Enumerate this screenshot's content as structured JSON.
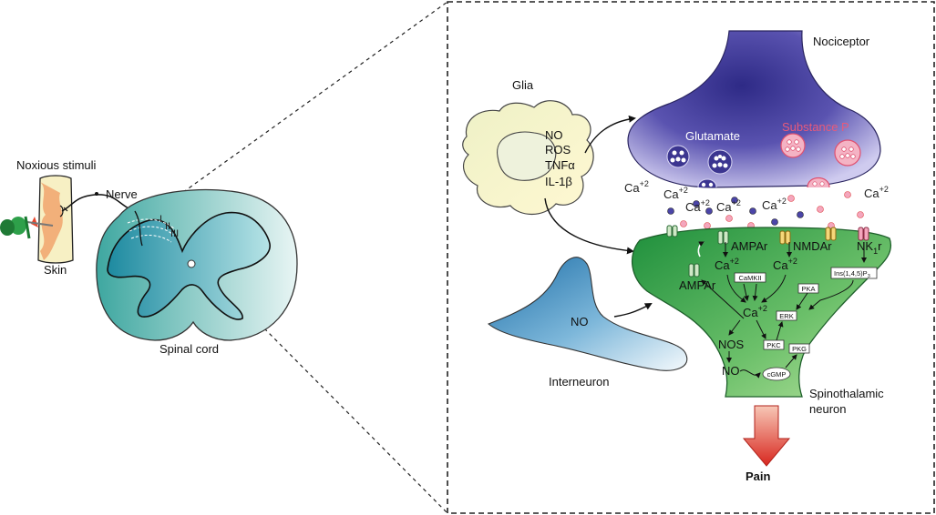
{
  "labels": {
    "noxious_stimuli": "Noxious stimuli",
    "nerve": "Nerve",
    "skin": "Skin",
    "spinal_cord": "Spinal cord",
    "lamina_i": "I",
    "lamina_ii": "II",
    "lamina_iii": "III",
    "glia": "Glia",
    "nociceptor": "Nociceptor",
    "glutamate": "Glutamate",
    "substance_p": "Substance P",
    "interneuron": "Interneuron",
    "spinothalamic_1": "Spinothalamic",
    "spinothalamic_2": "neuron",
    "pain": "Pain"
  },
  "glia_mediators": [
    "NO",
    "ROS",
    "TNFα",
    "IL-1β"
  ],
  "calcium": {
    "base": "Ca",
    "charge": "+2"
  },
  "interneuron_no": "NO",
  "receptors": {
    "ampar": "AMPAr",
    "nmdar": "NMDAr",
    "nk1r_base": "NK",
    "nk1r_sub": "1",
    "nk1r_end": "r",
    "ampar_inserted": "AMPAr"
  },
  "intracellular": {
    "camkii": "CaMKII",
    "pka": "PKA",
    "erk": "ERK",
    "pkc": "PKC",
    "pkg": "PKG",
    "cgmp": "cGMP",
    "nos": "NOS",
    "no": "NO",
    "ins_base": "Ins(1,4,5)P",
    "ins_sub": "3"
  },
  "colors": {
    "nociceptor": "#4a3f9e",
    "nociceptor_light": "#b7b2e0",
    "neuron": "#3a9a50",
    "neuron_light": "#9fd48f",
    "glia": "#f4efb4",
    "interneuron": "#2f7fb4",
    "interneuron_light": "#e9f3fa",
    "spinal_cord": "#5fb7b2",
    "substance_p": "#e0506f",
    "glutamate_dot": "#6a66b8",
    "pain_arrow": "#d8382f",
    "pin": "#2ea04a"
  }
}
